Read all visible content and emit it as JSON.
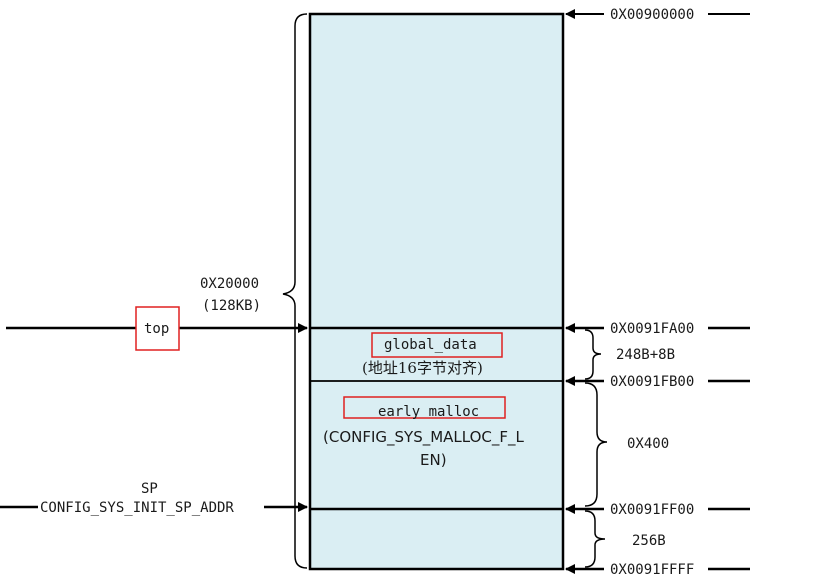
{
  "addresses": {
    "a0": "0X00900000",
    "a1": "0X0091FA00",
    "a2": "0X0091FB00",
    "a3": "0X0091FF00",
    "a4": "0X0091FFFF"
  },
  "sizes": {
    "total_hex": "0X20000",
    "total_kb": "(128KB)",
    "global_data": "248B+8B",
    "early_malloc": "0X400",
    "stack_top": "256B"
  },
  "regions": {
    "global_data_title": "global_data",
    "global_data_note": "(地址16字节对齐)",
    "early_malloc_title": "early malloc",
    "early_malloc_config_1": "(CONFIG_SYS_MALLOC_F_L",
    "early_malloc_config_2": "EN)"
  },
  "pointers": {
    "top": "top",
    "sp": "SP",
    "sp_config": "CONFIG_SYS_INIT_SP_ADDR"
  },
  "colors": {
    "memory_fill": "#daeef3",
    "highlight_box": "#e02020",
    "line": "#000000"
  }
}
